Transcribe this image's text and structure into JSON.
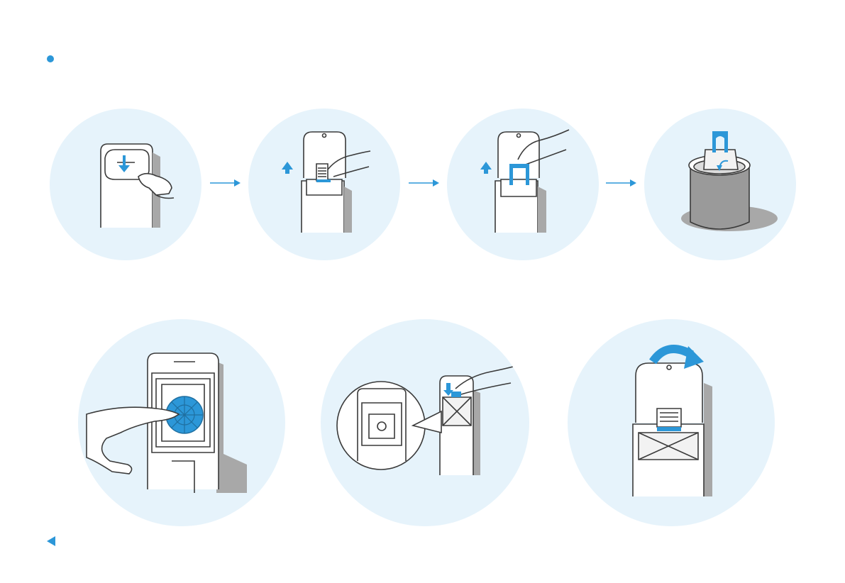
{
  "colors": {
    "accent": "#2c97d8",
    "circle_bg": "#e6f3fb",
    "outline": "#3a3a3a",
    "shadow": "#a8a8a8",
    "cup_fill": "#9a9a9a",
    "paper": "#f2f2f2"
  },
  "icons": {
    "bullet": "blue-dot",
    "prev_page": "left-triangle",
    "flow": "right-arrow"
  },
  "steps": [
    {
      "id": "press-release-button"
    },
    {
      "id": "open-lid-lift-bag"
    },
    {
      "id": "pull-bag-handle"
    },
    {
      "id": "dispose-bag-in-bin"
    },
    {
      "id": "clean-filter-vent"
    },
    {
      "id": "insert-new-bag"
    },
    {
      "id": "close-lid"
    }
  ]
}
